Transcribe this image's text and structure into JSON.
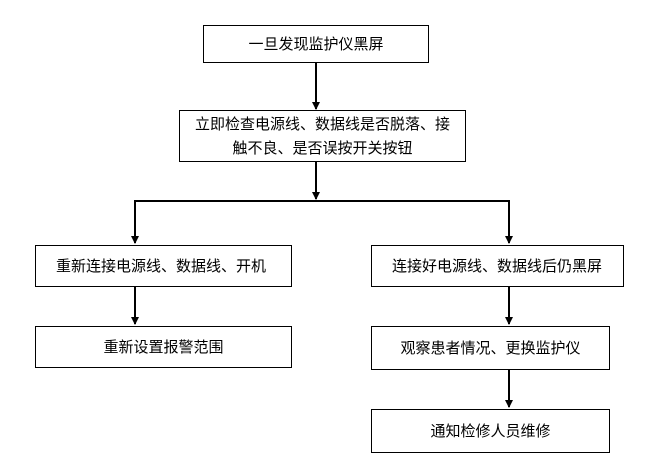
{
  "flowchart": {
    "step_1": "一旦发现监护仪黑屏",
    "step_2_line1": "立即检查电源线、数据线是否脱落、接",
    "step_2_line2": "触不良、是否误按开关按钮",
    "left_branch": {
      "step_1": "重新连接电源线、数据线、开机",
      "step_2": "重新设置报警范围"
    },
    "right_branch": {
      "step_1": "连接好电源线、数据线后仍黑屏",
      "step_2": "观察患者情况、更换监护仪",
      "step_3": "通知检修人员维修"
    }
  }
}
